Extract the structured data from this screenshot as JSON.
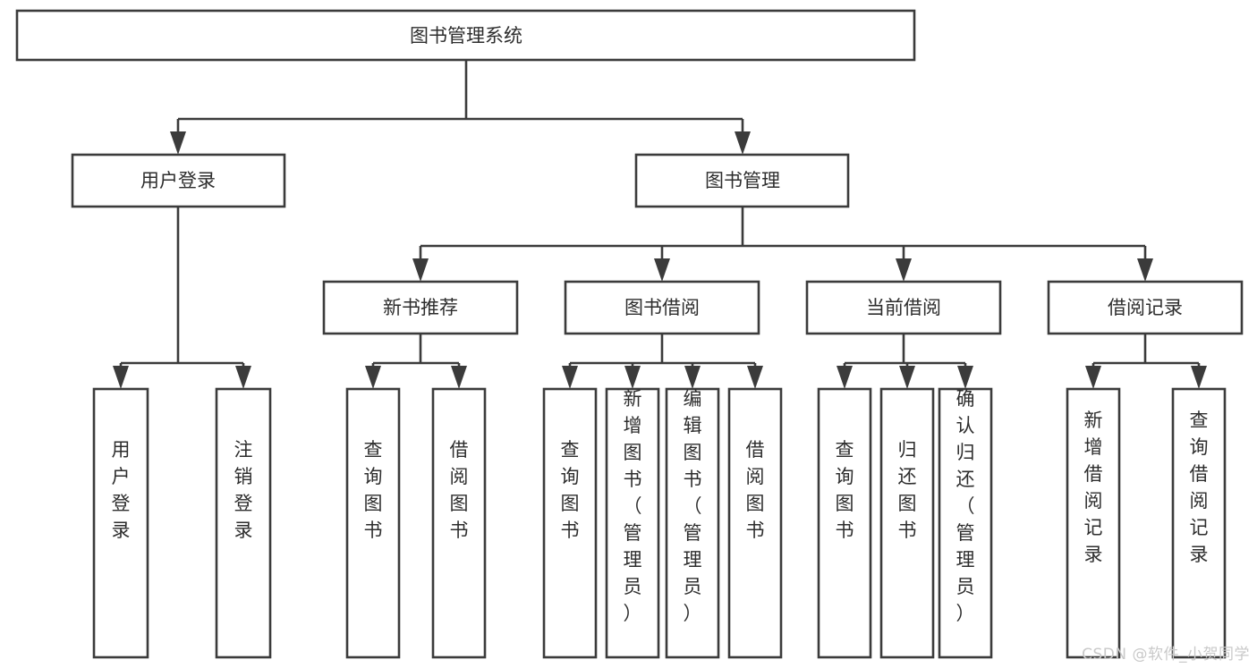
{
  "diagram": {
    "type": "tree",
    "title": "图书管理系统",
    "watermark": "CSDN @软件_小贺同学",
    "colors": {
      "box_stroke": "#3b3b3b",
      "box_fill": "#ffffff",
      "text": "#2d2d2d",
      "connector": "#3b3b3b",
      "watermark": "#c9c9c9",
      "background": "#ffffff"
    },
    "root": {
      "label": "图书管理系统",
      "orientation": "horizontal"
    },
    "level2": [
      {
        "label": "用户登录",
        "orientation": "horizontal"
      },
      {
        "label": "图书管理",
        "orientation": "horizontal"
      }
    ],
    "level3": [
      {
        "label": "新书推荐",
        "orientation": "horizontal",
        "parent": "图书管理"
      },
      {
        "label": "图书借阅",
        "orientation": "horizontal",
        "parent": "图书管理"
      },
      {
        "label": "当前借阅",
        "orientation": "horizontal",
        "parent": "图书管理"
      },
      {
        "label": "借阅记录",
        "orientation": "horizontal",
        "parent": "图书管理"
      }
    ],
    "leaves": [
      {
        "label": "用户登录",
        "parent": "用户登录",
        "orientation": "vertical"
      },
      {
        "label": "注销登录",
        "parent": "用户登录",
        "orientation": "vertical"
      },
      {
        "label": "查询图书",
        "parent": "新书推荐",
        "orientation": "vertical"
      },
      {
        "label": "借阅图书",
        "parent": "新书推荐",
        "orientation": "vertical"
      },
      {
        "label": "查询图书",
        "parent": "图书借阅",
        "orientation": "vertical"
      },
      {
        "label": "新增图书（管理员）",
        "parent": "图书借阅",
        "orientation": "vertical"
      },
      {
        "label": "编辑图书（管理员）",
        "parent": "图书借阅",
        "orientation": "vertical"
      },
      {
        "label": "借阅图书",
        "parent": "图书借阅",
        "orientation": "vertical"
      },
      {
        "label": "查询图书",
        "parent": "当前借阅",
        "orientation": "vertical"
      },
      {
        "label": "归还图书",
        "parent": "当前借阅",
        "orientation": "vertical"
      },
      {
        "label": "确认归还（管理员）",
        "parent": "当前借阅",
        "orientation": "vertical"
      },
      {
        "label": "新增借阅记录",
        "parent": "借阅记录",
        "orientation": "vertical"
      },
      {
        "label": "查询借阅记录",
        "parent": "借阅记录",
        "orientation": "vertical"
      }
    ]
  }
}
